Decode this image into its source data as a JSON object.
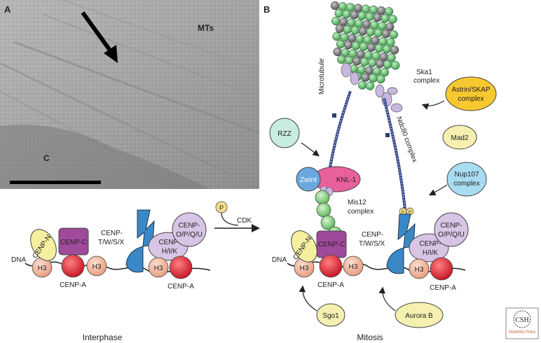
{
  "panels": {
    "a": {
      "letter": "A",
      "mts_label": "MTs",
      "c_label": "C"
    },
    "b": {
      "letter": "B",
      "microtubule_label": "Microtubule",
      "ska1_label": "Ska1",
      "ska1_label_2": "complex",
      "astrin_label": "Astrin/SKAP",
      "astrin_label_2": "complex",
      "rzz_label": "RZZ",
      "mad2_label": "Mad2",
      "ndc80_label": "Ndc80 complex",
      "zwint_label": "Zwint",
      "knl1_label": "KNL-1",
      "nup107_label": "Nup107",
      "nup107_label_2": "complex",
      "mis12_label": "Mis12",
      "mis12_label_2": "complex",
      "sgo1_label": "Sgo1",
      "aurora_label": "Aurora B",
      "phospho_label": "P",
      "caption": "Mitosis"
    }
  },
  "interphase": {
    "dna_label": "DNA",
    "cenp_n_label": "CENP-N",
    "cenp_c_label": "CENP-C",
    "h3_label": "H3",
    "cenp_a_label": "CENP-A",
    "cenp_twsx_label": "CENP-",
    "cenp_twsx_label_2": "T/W/S/X",
    "cenp_hik_label": "CENP-",
    "cenp_hik_label_2": "H/I/K",
    "cenp_opqu_label": "CENP-",
    "cenp_opqu_label_2": "O/P/Q/U",
    "caption": "Interphase"
  },
  "transition": {
    "phospho_label": "P",
    "cdk_label": "CDK"
  },
  "logo": {
    "text": "CSH",
    "subtext": "PERSPECTIVES"
  },
  "colors": {
    "cenp_c": "#a04a9c",
    "cenp_n": "#f5f0a0",
    "h3": "#f2b8a0",
    "cenp_a": "#e03040",
    "cenp_t": "#3a88c8",
    "cenp_hik": "#d8c4e4",
    "mis12": "#9ad88a",
    "knl1": "#e8609c",
    "zwint": "#6aa8e0",
    "rzz": "#c8ece0",
    "mad2": "#f5f0b0",
    "nup107": "#a8dcf0",
    "astrin": "#f8c830",
    "sgo1": "#f5f0b0",
    "aurora": "#f5f0b0",
    "mt_green": "#7ed08a",
    "mt_grey": "#888890"
  }
}
